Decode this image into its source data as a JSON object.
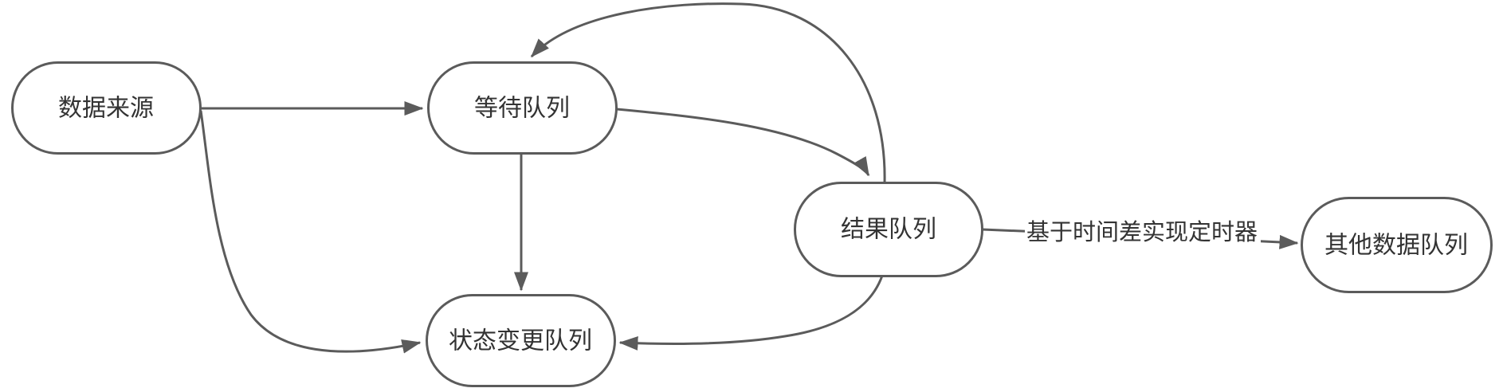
{
  "diagram": {
    "background_color": "#ffffff",
    "stroke_color": "#5b5b5b",
    "text_color": "#333333",
    "nodes": [
      {
        "id": "data-source",
        "label": "数据来源"
      },
      {
        "id": "waiting-queue",
        "label": "等待队列"
      },
      {
        "id": "result-queue",
        "label": "结果队列"
      },
      {
        "id": "status-change-queue",
        "label": "状态变更队列"
      },
      {
        "id": "other-data-queue",
        "label": "其他数据队列"
      }
    ],
    "edges": [
      {
        "from": "data-source",
        "to": "waiting-queue",
        "label": ""
      },
      {
        "from": "data-source",
        "to": "status-change-queue",
        "label": ""
      },
      {
        "from": "waiting-queue",
        "to": "status-change-queue",
        "label": ""
      },
      {
        "from": "waiting-queue",
        "to": "result-queue",
        "label": ""
      },
      {
        "from": "result-queue",
        "to": "waiting-queue",
        "label": ""
      },
      {
        "from": "result-queue",
        "to": "status-change-queue",
        "label": ""
      },
      {
        "from": "result-queue",
        "to": "other-data-queue",
        "label": "基于时间差实现定时器"
      }
    ]
  }
}
